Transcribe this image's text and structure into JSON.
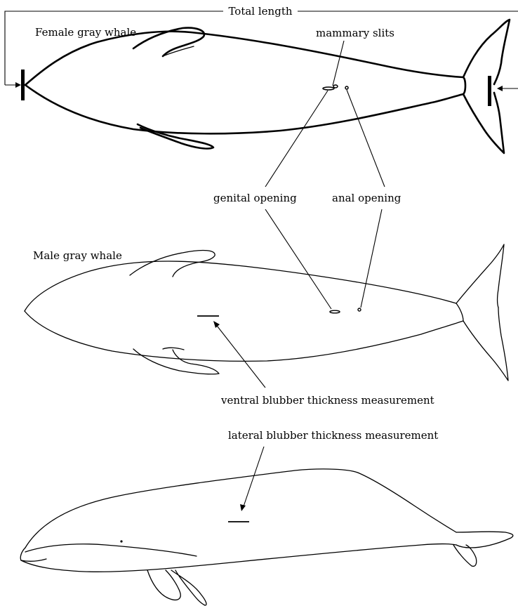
{
  "labels": {
    "total_length": "Total length",
    "female": "Female gray whale",
    "male": "Male gray whale",
    "mammary_slits": "mammary slits",
    "genital_opening": "genital opening",
    "anal_opening": "anal opening",
    "ventral_blubber": "ventral blubber thickness measurement",
    "lateral_blubber": "lateral blubber thickness measurement"
  }
}
